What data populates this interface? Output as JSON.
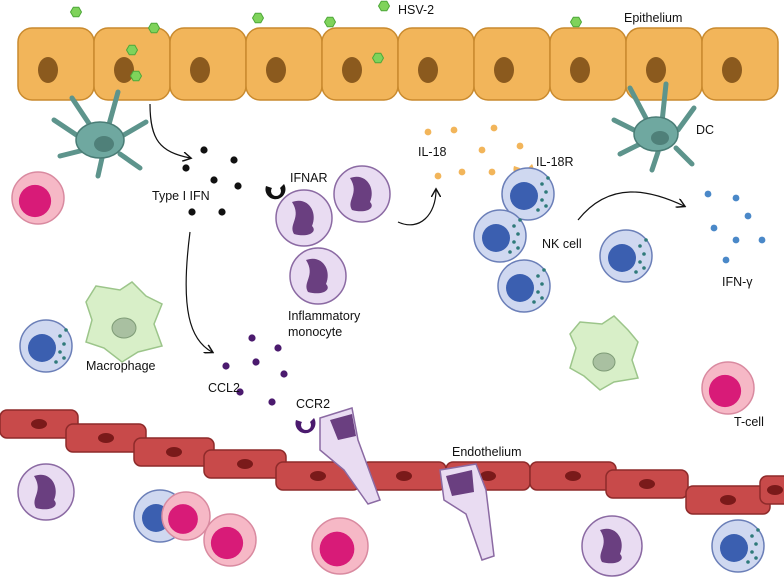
{
  "labels": {
    "hsv2": "HSV-2",
    "epithelium": "Epithelium",
    "dc": "DC",
    "type_i_ifn": "Type I IFN",
    "ifnar": "IFNAR",
    "il18": "IL-18",
    "il18r": "IL-18R",
    "nk_cell": "NK cell",
    "ifn_gamma": "IFN-γ",
    "inflammatory_monocyte": "Inflammatory\nmonocyte",
    "macrophage": "Macrophage",
    "ccl2": "CCL2",
    "ccr2": "CCR2",
    "endothelium": "Endothelium",
    "t_cell": "T-cell"
  },
  "colors": {
    "epithelial_cell": "#f2b55a",
    "epithelial_nucleus": "#8b5a1e",
    "virus": "#7fd35b",
    "dendritic_cell": "#6fa8a0",
    "ifn_dot": "#111111",
    "il18_dot": "#f2b55a",
    "ifn_gamma_dot": "#4a88c8",
    "ccl2_dot": "#4b1a6e",
    "monocyte": "#e9dcf2",
    "monocyte_nucleus": "#6a3f80",
    "nk_cell": "#cfd8f0",
    "nk_nucleus": "#3b5fb0",
    "t_cell": "#f6b8c6",
    "t_nucleus": "#d81b78",
    "macrophage": "#d8efc8",
    "endothelial_cell": "#c84a4a",
    "endothelial_nucleus": "#7a1a1a"
  }
}
